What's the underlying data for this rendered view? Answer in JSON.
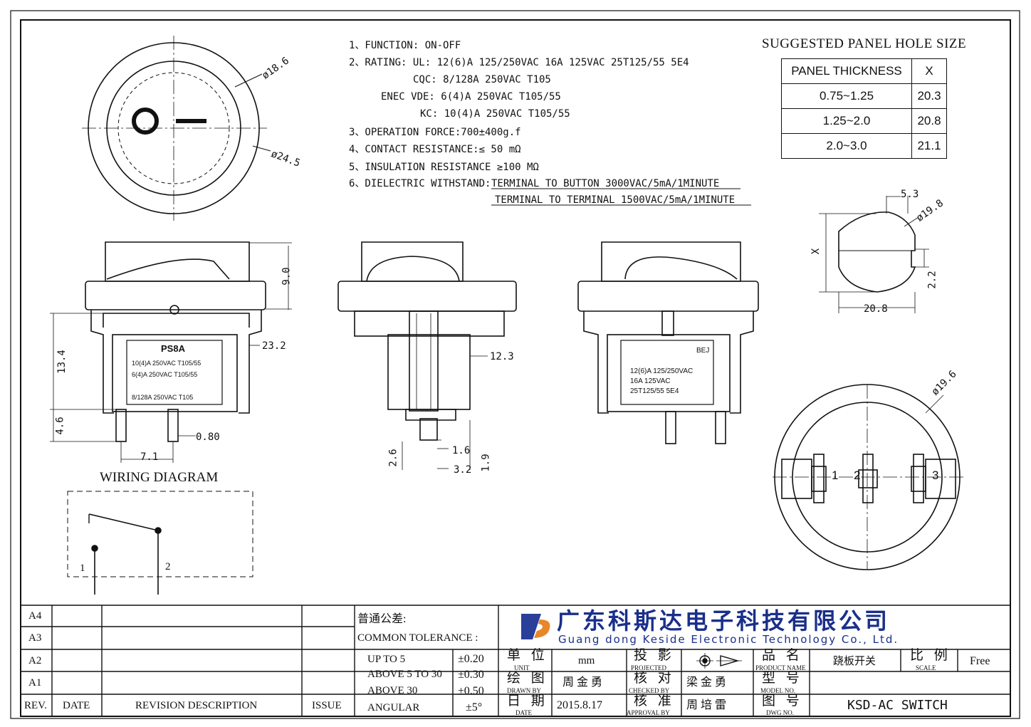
{
  "specs": {
    "l1": "1、FUNCTION: ON-OFF",
    "l2": "2、RATING:  UL: 12(6)A 125/250VAC 16A 125VAC  25T125/55  5E4",
    "l3": "CQC: 8/128A 250VAC T105",
    "l4": "ENEC VDE: 6(4)A 250VAC T105/55",
    "l5": "KC: 10(4)A 250VAC T105/55",
    "l6": "3、OPERATION FORCE:700±400g.f",
    "l7": "4、CONTACT RESISTANCE:≤ 50 mΩ",
    "l8": "5、INSULATION RESISTANCE ≥100 MΩ",
    "l9a": "6、DIELECTRIC WITHSTAND:",
    "l9b": "TERMINAL TO BUTTON 3000VAC/5mA/1MINUTE",
    "l10": "TERMINAL TO TERMINAL 1500VAC/5mA/1MINUTE"
  },
  "panel_hole": {
    "title": "SUGGESTED PANEL HOLE SIZE",
    "header_thickness": "PANEL THICKNESS",
    "header_x": "X",
    "rows": [
      {
        "t": "0.75~1.25",
        "x": "20.3"
      },
      {
        "t": "1.25~2.0",
        "x": "20.8"
      },
      {
        "t": "2.0~3.0",
        "x": "21.1"
      }
    ]
  },
  "dims": {
    "d18_6": "ø18.6",
    "d24_5": "ø24.5",
    "h9_0": "9.0",
    "w23_2": "23.2",
    "h13_4": "13.4",
    "h4_6": "4.6",
    "w0_80": "0.80",
    "w7_1": "7.1",
    "w12_3": "12.3",
    "w1_6": "1.6",
    "w3_2": "3.2",
    "h2_6": "2.6",
    "h1_9": "1.9",
    "w5_3": "5.3",
    "d19_8": "ø19.8",
    "dx": "X",
    "h2_2": "2.2",
    "w20_8": "20.8",
    "d19_6": "ø19.6"
  },
  "labels": {
    "front_model": "PS8A",
    "front_l1": "10(4)A 250VAC   T105/55",
    "front_l2": "6(4)A 250VAC   T105/55",
    "front_l3": "8/128A 250VAC   T105",
    "back_bej": "BEJ",
    "back_l1": "12(6)A  125/250VAC",
    "back_l2": "16A  125VAC",
    "back_l3": "25T125/55  5E4",
    "pin1": "1",
    "pin2": "2",
    "pin3": "3"
  },
  "wiring": {
    "title": "WIRING DIAGRAM",
    "t1": "1",
    "t2": "2"
  },
  "titleblock": {
    "rev_rows": [
      "A4",
      "A3",
      "A2",
      "A1"
    ],
    "rev_hdr": "REV.",
    "date_hdr": "DATE",
    "desc_hdr": "REVISION DESCRIPTION",
    "issue_hdr": "ISSUE",
    "tol_cn": "普通公差:",
    "tol_en": "COMMON TOLERANCE :",
    "tol": [
      {
        "range": "UP TO 5",
        "val": "±0.20"
      },
      {
        "range": "ABOVE 5 TO 30",
        "val": "±0.30"
      },
      {
        "range": "ABOVE 30",
        "val": "±0.50"
      },
      {
        "range": "ANGULAR",
        "val": "±5°"
      }
    ],
    "company_cn": "广东科斯达电子科技有限公司",
    "company_en": "Guang dong Keside  Electronic Technology Co., Ltd.",
    "unit_cn": "单 位",
    "unit_en": "UNIT",
    "unit_val": "mm",
    "proj_cn": "投 影",
    "proj_en": "PROJECTED",
    "pname_cn": "品 名",
    "pname_en": "PRODUCT NAME",
    "pname_val": "跷板开关",
    "scale_cn": "比 例",
    "scale_en": "SCALE",
    "scale_val": "Free",
    "drawn_cn": "绘 图",
    "drawn_en": "DRAWN BY",
    "drawn_val": "周 金 勇",
    "check_cn": "核 对",
    "check_en": "CHECKED BY",
    "check_val": "梁 金 勇",
    "model_cn": "型 号",
    "model_en": "MODEL NO.",
    "date_cn": "日 期",
    "date_en": "DATE",
    "date_val": "2015.8.17",
    "appr_cn": "核 准",
    "appr_en": "APPROVAL BY",
    "appr_val": "周 培 雷",
    "dwg_cn": "图 号",
    "dwg_en": "DWG NO.",
    "dwg_val": "KSD-AC SWITCH"
  },
  "colors": {
    "logo_blue": "#2a3f9a",
    "logo_orange": "#e8862a",
    "company_blue": "#1a2f8a"
  }
}
